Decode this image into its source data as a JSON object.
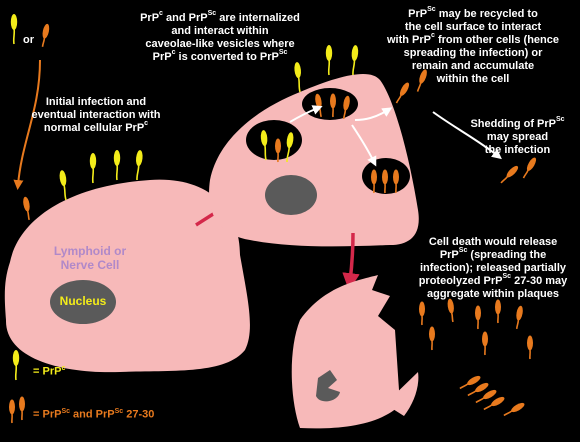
{
  "colors": {
    "background": "#000000",
    "cell": "#f7b9b9",
    "nucleus": "#5a5a5a",
    "prpc": "#f3ec1a",
    "prpsc": "#e87a1e",
    "red_arrow": "#d4284a",
    "white_arrow": "#ffffff",
    "label_purple": "#b089c9",
    "legend_yellow": "#f3ec1a",
    "legend_orange": "#e87a1e"
  },
  "icons": {
    "normal_prion": "yellow-drop-icon",
    "scrapie_prion": "orange-drop-icon"
  },
  "text": {
    "or": "or",
    "top_center": {
      "line1_a": "PrP",
      "line1_a_sup": "c",
      "line1_b": " and PrP",
      "line1_b_sup": "Sc",
      "line1_c": " are internalized",
      "line2": "and interact within",
      "line3": "caveolae-like vesicles where",
      "line4_a": "PrP",
      "line4_a_sup": "c",
      "line4_b": " is converted to PrP",
      "line4_b_sup": "Sc"
    },
    "top_right": {
      "line1_a": "PrP",
      "line1_a_sup": "Sc",
      "line1_b": " may be recycled to",
      "line2": "the cell surface to interact",
      "line3_a": "with PrP",
      "line3_a_sup": "c",
      "line3_b": " from other cells (hence",
      "line4": "spreading the infection) or",
      "line5": "remain and accumulate",
      "line6": "within the cell"
    },
    "initial": {
      "line1": "Initial infection and",
      "line2": "eventual interaction with",
      "line3_a": "normal cellular PrP",
      "line3_a_sup": "c"
    },
    "shedding": {
      "line1_a": "Shedding of PrP",
      "line1_a_sup": "Sc",
      "line2": "may spread",
      "line3": "the infection"
    },
    "cell_label": {
      "line1": "Lymphoid or",
      "line2": "Nerve Cell"
    },
    "nucleus": "Nucleus",
    "cell_death": {
      "line1": "Cell death would release",
      "line2_a": "PrP",
      "line2_a_sup": "Sc",
      "line2_b": " (spreading the",
      "line3": "infection); released partially",
      "line4_a": "proteolyzed PrP",
      "line4_a_sup": "Sc",
      "line4_b": " 27-30 may",
      "line5": "aggregate within plaques"
    },
    "legend": {
      "prpc_a": "= PrP",
      "prpc_sup": "c",
      "prpsc_a": "= PrP",
      "prpsc_sup1": "Sc",
      "prpsc_b": " and PrP",
      "prpsc_sup2": "Sc",
      "prpsc_c": " 27-30"
    }
  }
}
